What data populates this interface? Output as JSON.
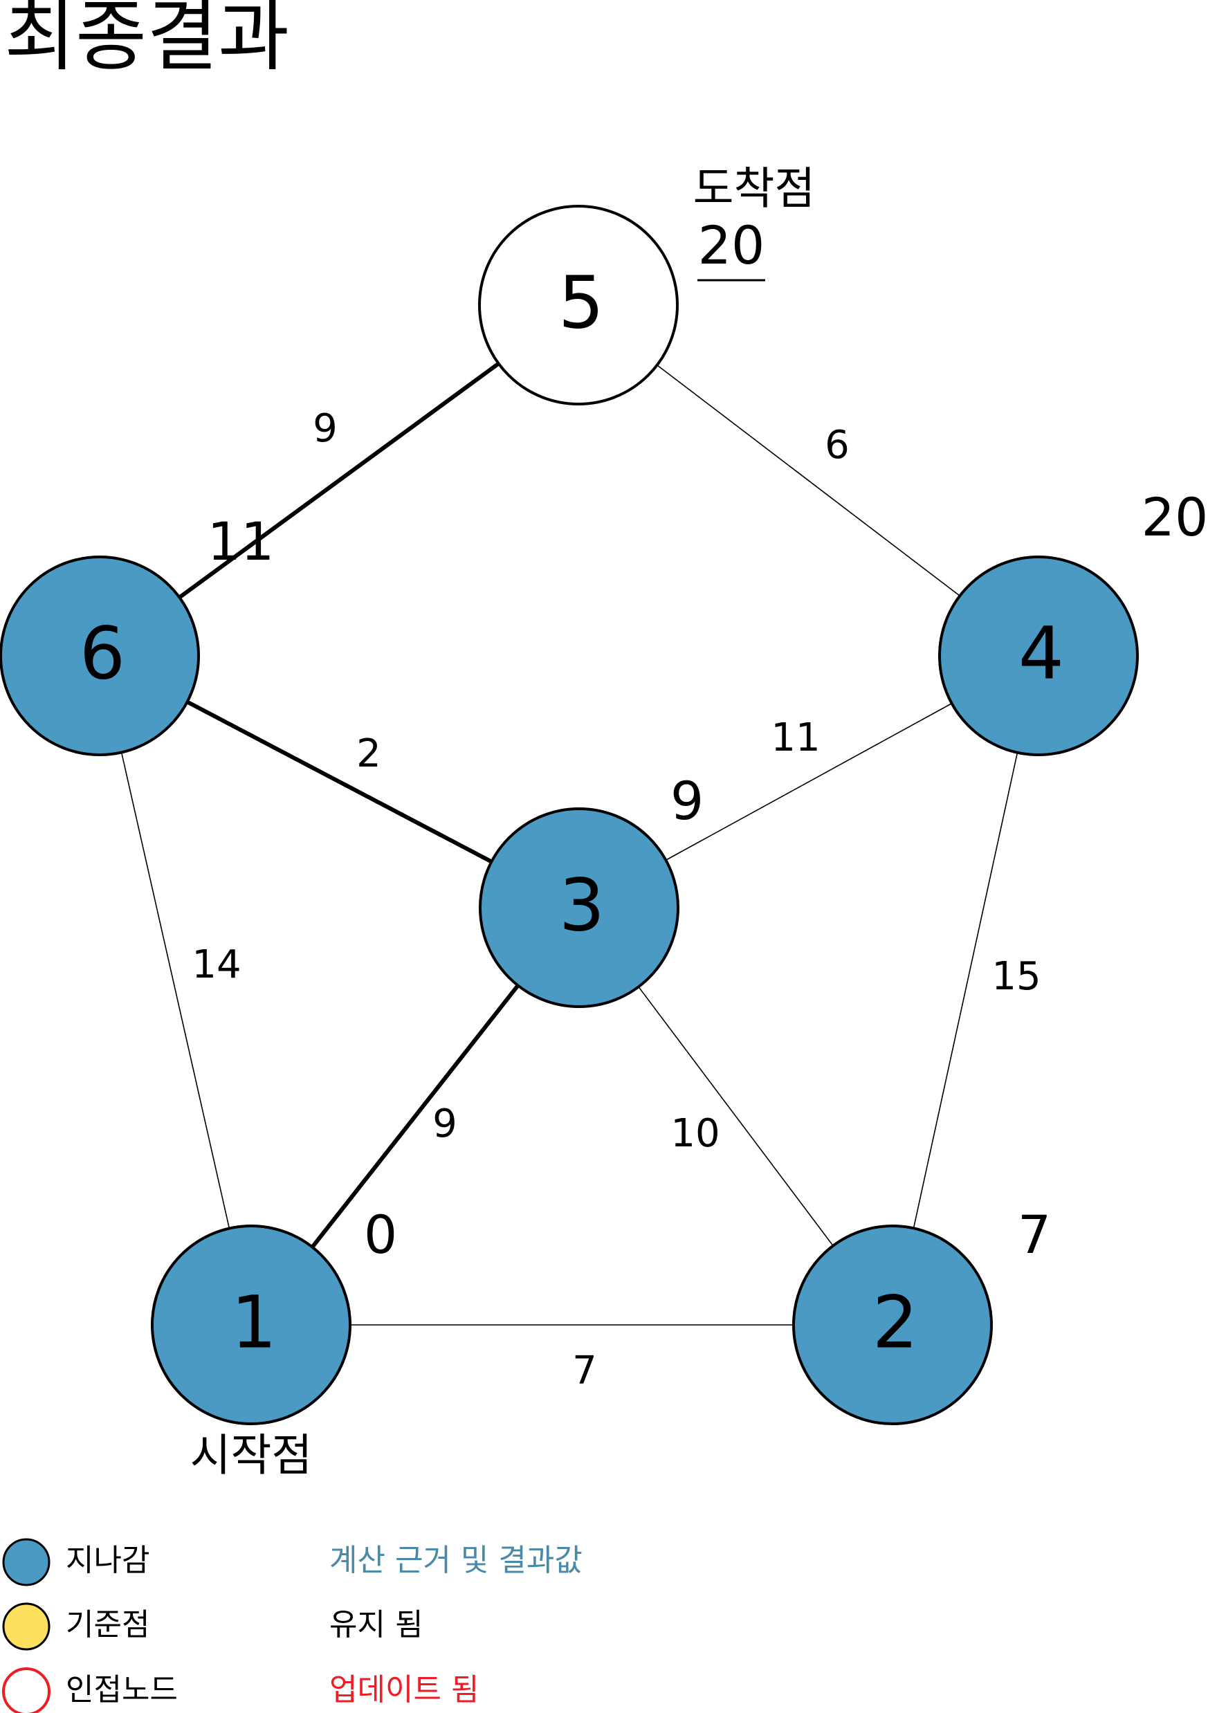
{
  "title": "최종결과",
  "colors": {
    "visited": "#4a9ac4",
    "reference": "#fde05e",
    "adjacent": "#ee1c25",
    "basis_text": "#4a8aa8",
    "updated_text": "#ee1c25",
    "stroke": "#000000"
  },
  "nodes": [
    {
      "id": "1",
      "label": "1",
      "state": "visited"
    },
    {
      "id": "2",
      "label": "2",
      "state": "visited"
    },
    {
      "id": "3",
      "label": "3",
      "state": "visited"
    },
    {
      "id": "4",
      "label": "4",
      "state": "visited"
    },
    {
      "id": "5",
      "label": "5",
      "state": "unvisited"
    },
    {
      "id": "6",
      "label": "6",
      "state": "visited"
    }
  ],
  "edges": [
    {
      "from": "1",
      "to": "2",
      "weight": "7",
      "bold": false
    },
    {
      "from": "1",
      "to": "3",
      "weight": "9",
      "bold": true
    },
    {
      "from": "1",
      "to": "6",
      "weight": "14",
      "bold": false
    },
    {
      "from": "2",
      "to": "3",
      "weight": "10",
      "bold": false
    },
    {
      "from": "2",
      "to": "4",
      "weight": "15",
      "bold": false
    },
    {
      "from": "3",
      "to": "4",
      "weight": "11",
      "bold": false
    },
    {
      "from": "3",
      "to": "6",
      "weight": "2",
      "bold": true
    },
    {
      "from": "4",
      "to": "5",
      "weight": "6",
      "bold": false
    },
    {
      "from": "5",
      "to": "6",
      "weight": "9",
      "bold": true
    }
  ],
  "distances": [
    {
      "node": "1",
      "value": "0"
    },
    {
      "node": "2",
      "value": "7"
    },
    {
      "node": "3",
      "value": "9"
    },
    {
      "node": "4",
      "value": "20"
    },
    {
      "node": "5",
      "value": "20"
    },
    {
      "node": "6",
      "value": "11"
    }
  ],
  "annotations": {
    "start": "시작점",
    "end": "도착점"
  },
  "legend": [
    {
      "symbol": "visited",
      "label": "지나감",
      "note": "계산 근거 및 결과값",
      "note_color": "basis_text"
    },
    {
      "symbol": "reference",
      "label": "기준점",
      "note": "유지 됨",
      "note_color": "stroke"
    },
    {
      "symbol": "adjacent",
      "label": "인접노드",
      "note": "업데이트 됨",
      "note_color": "updated_text"
    }
  ]
}
